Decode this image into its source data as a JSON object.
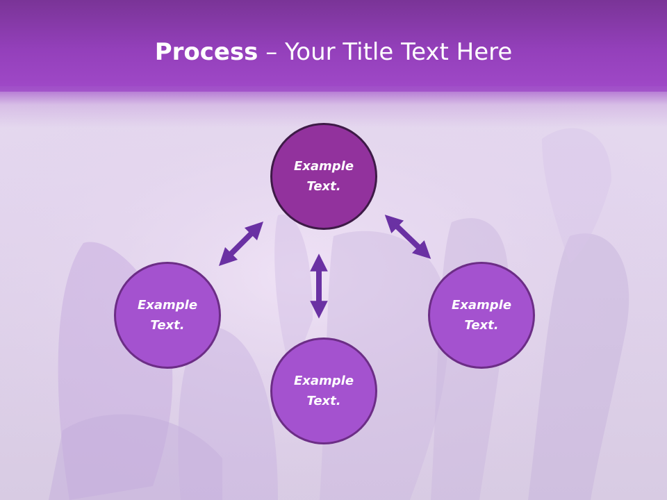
{
  "slide": {
    "title_bold": "Process",
    "title_rest": " – Your Title Text Here"
  },
  "nodes": [
    {
      "id": "top",
      "label": "Example Text."
    },
    {
      "id": "left",
      "label": "Example Text."
    },
    {
      "id": "bottom",
      "label": "Example Text."
    },
    {
      "id": "right",
      "label": "Example Text."
    }
  ],
  "colors": {
    "header": "#9440bb",
    "node_fill": "#a452cf",
    "node_top_fill": "#92329d",
    "node_border": "#6c2d86",
    "arrow": "#6a31a3"
  }
}
